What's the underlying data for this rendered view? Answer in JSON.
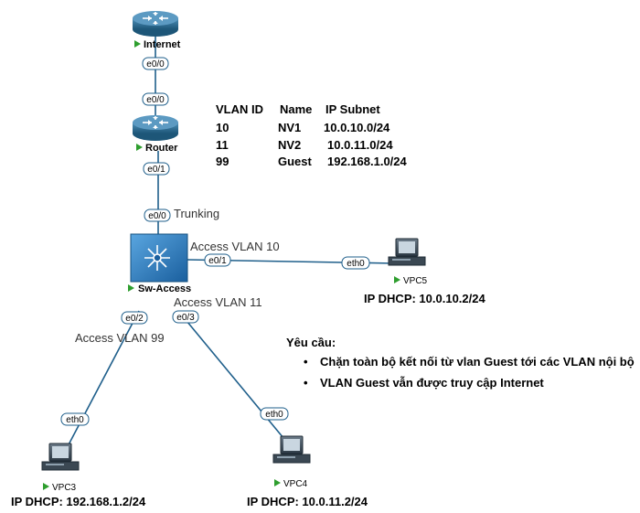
{
  "devices": {
    "internet": "Internet",
    "router": "Router",
    "switch": "Sw-Access",
    "vpc5": "VPC5",
    "vpc3": "VPC3",
    "vpc4": "VPC4"
  },
  "ports": {
    "internet_e0": "e0/0",
    "router_e0_0": "e0/0",
    "router_e0_1": "e0/1",
    "switch_e0_0": "e0/0",
    "switch_e0_1": "e0/1",
    "switch_e0_2": "e0/2",
    "switch_e0_3": "e0/3",
    "vpc5_eth0": "eth0",
    "vpc3_eth0": "eth0",
    "vpc4_eth0": "eth0"
  },
  "link_notes": {
    "trunk": "Trunking",
    "vlan10": "Access VLAN 10",
    "vlan11": "Access VLAN 11",
    "vlan99": "Access VLAN 99"
  },
  "vlan_table": {
    "headers": [
      "VLAN ID",
      "Name",
      "IP Subnet"
    ],
    "rows": [
      [
        "10",
        "NV1",
        "10.0.10.0/24"
      ],
      [
        "11",
        "NV2",
        "10.0.11.0/24"
      ],
      [
        "99",
        "Guest",
        "192.168.1.0/24"
      ]
    ]
  },
  "ips": {
    "vpc5": "IP DHCP: 10.0.10.2/24",
    "vpc3": "IP DHCP: 192.168.1.2/24",
    "vpc4": "IP DHCP: 10.0.11.2/24"
  },
  "requirements": {
    "title": "Yêu cầu:",
    "items": [
      "Chặn toàn bộ kết nối từ vlan Guest tới các VLAN nội bộ",
      "VLAN Guest vẫn được truy cập Internet"
    ]
  },
  "colors": {
    "link": "#1f5f8b",
    "router_body": "#2d6e95",
    "switch_body": "#1e72b8",
    "status_green": "#2e9e2e"
  }
}
